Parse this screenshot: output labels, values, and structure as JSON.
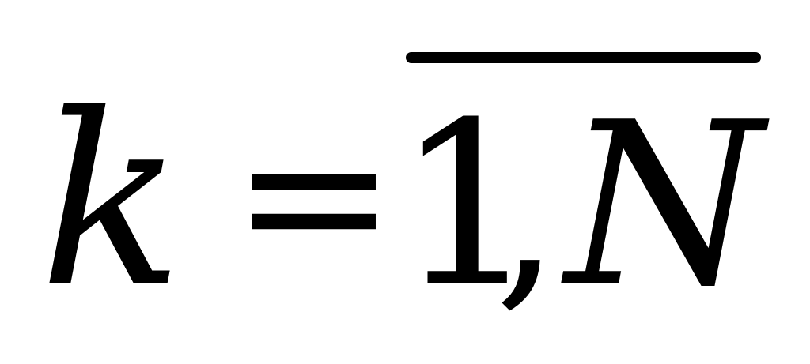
{
  "formula": {
    "variable": "k",
    "operator": "=",
    "range_start": "1",
    "separator": ",",
    "range_end": "N",
    "has_overline": true
  },
  "colors": {
    "text": "#000000",
    "background": "#ffffff"
  }
}
